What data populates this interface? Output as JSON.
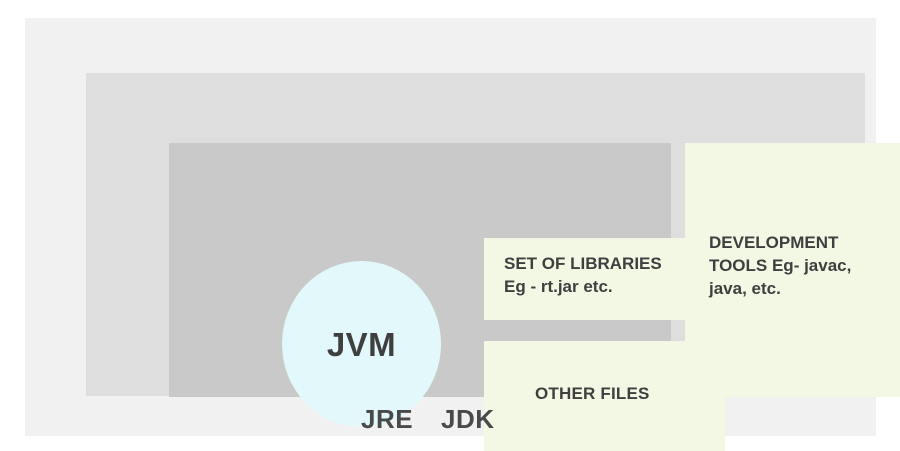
{
  "diagram": {
    "title": "JDK / JRE / JVM architecture diagram",
    "type": "nested-containment",
    "colors": {
      "canvas": "#ffffff",
      "jdk_fill": "#f1f1f1",
      "jre_fill": "#dedede",
      "inner_panel_fill": "#c9c9c9",
      "component_fill": "#f2f8e4",
      "jvm_fill": "#e2f8fb",
      "text": "#3f3f3f",
      "band_label_text": "#4a4a4a"
    }
  },
  "jdk": {
    "label": "JDK"
  },
  "jre": {
    "label": "JRE"
  },
  "jvm": {
    "label": "JVM"
  },
  "components": {
    "libraries": {
      "line1": "SET OF LIBRARIES",
      "line2": "Eg - rt.jar etc.",
      "text": "SET OF LIBRARIES\nEg - rt.jar etc."
    },
    "other_files": {
      "label": "OTHER FILES"
    },
    "development_tools": {
      "line1": "DEVELOPMENT",
      "line2": "TOOLS Eg- javac,",
      "line3": "java, etc.",
      "text": "DEVELOPMENT\nTOOLS Eg- javac,\njava, etc."
    }
  }
}
